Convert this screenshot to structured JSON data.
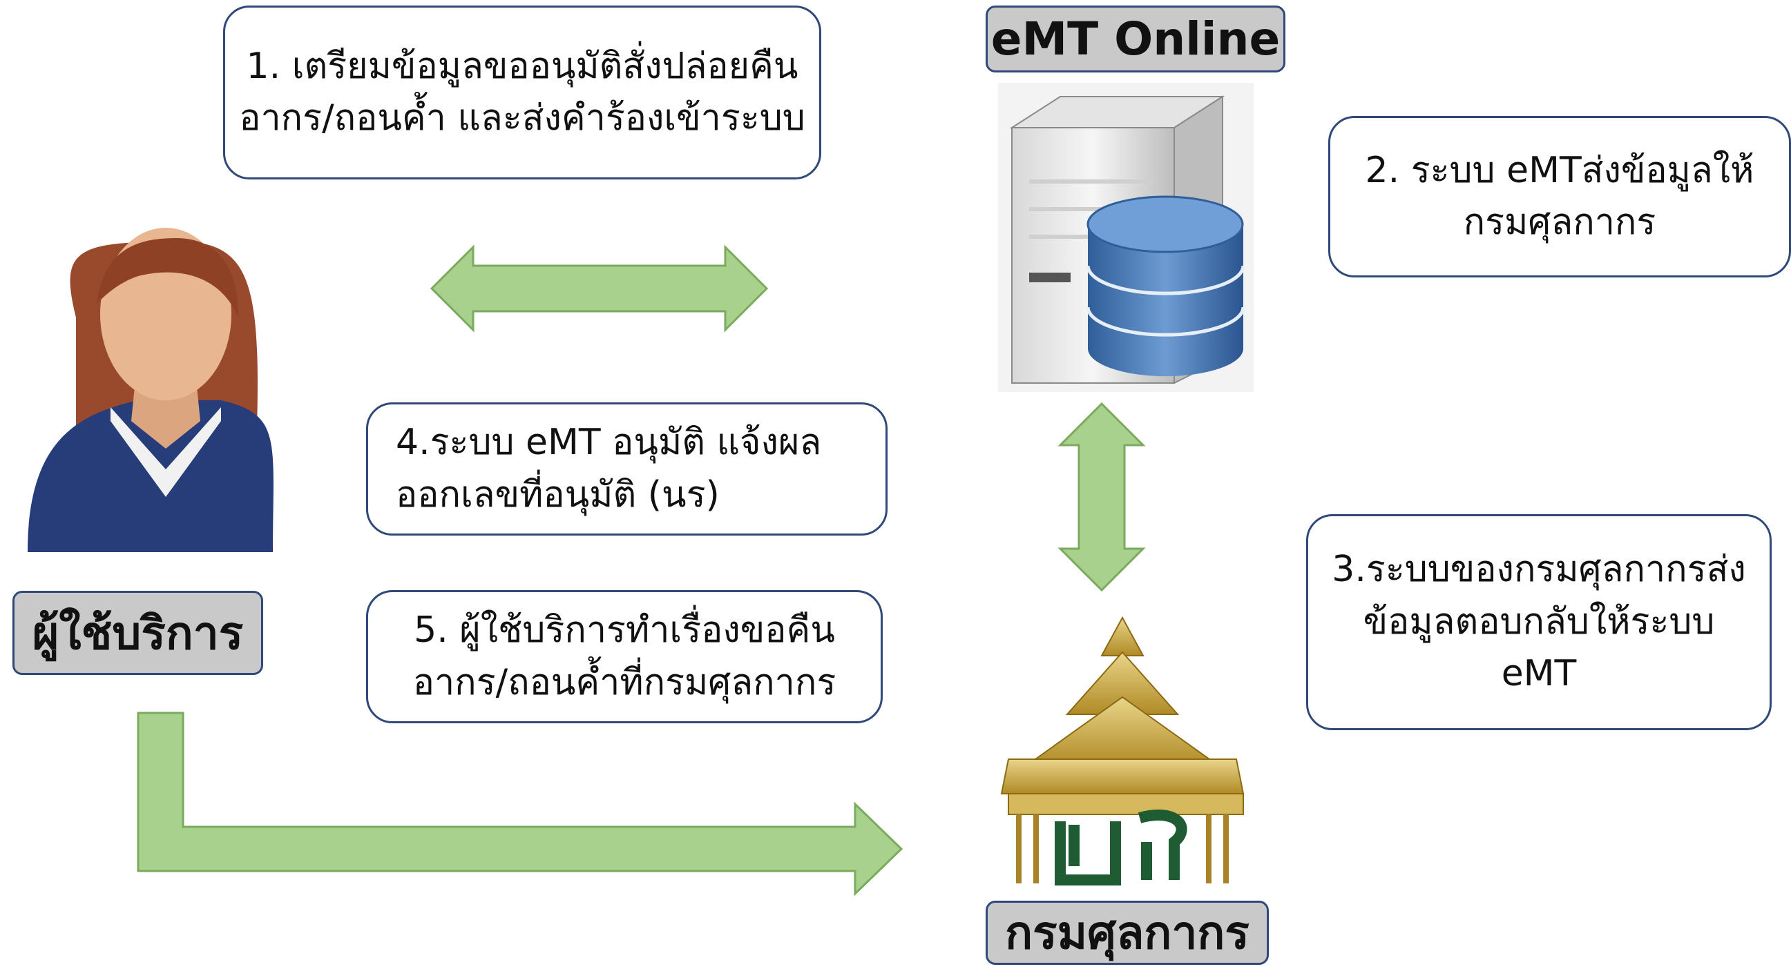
{
  "labels": {
    "user": "ผู้ใช้บริการ",
    "emt": "eMT Online",
    "customs": "กรมศุลกากร"
  },
  "steps": {
    "step1": [
      "1. เตรียมข้อมูลขออนุมัติสั่งปล่อยคืน",
      "อากร/ถอนค้ำ และส่งคำร้องเข้าระบบ"
    ],
    "step2": [
      "2. ระบบ eMTส่งข้อมูลให้",
      "กรมศุลกากร"
    ],
    "step3": [
      "3.ระบบของกรมศุลกากรส่ง",
      "ข้อมูลตอบกลับให้ระบบ",
      "eMT"
    ],
    "step4": [
      "4.ระบบ eMT อนุมัติ แจ้งผล",
      "ออกเลขที่อนุมัติ (นร)"
    ],
    "step5": [
      "5. ผู้ใช้บริการทำเรื่องขอคืน",
      "อากร/ถอนค้ำที่กรมศุลกากร"
    ]
  },
  "icons": {
    "user": "person-avatar-icon",
    "server": "server-database-icon",
    "customs": "customs-emblem-icon"
  },
  "colors": {
    "arrow_fill": "#a9d18e",
    "arrow_stroke": "#7aab5c",
    "box_border": "#2f4a78",
    "label_fill": "#c9c9c9"
  }
}
